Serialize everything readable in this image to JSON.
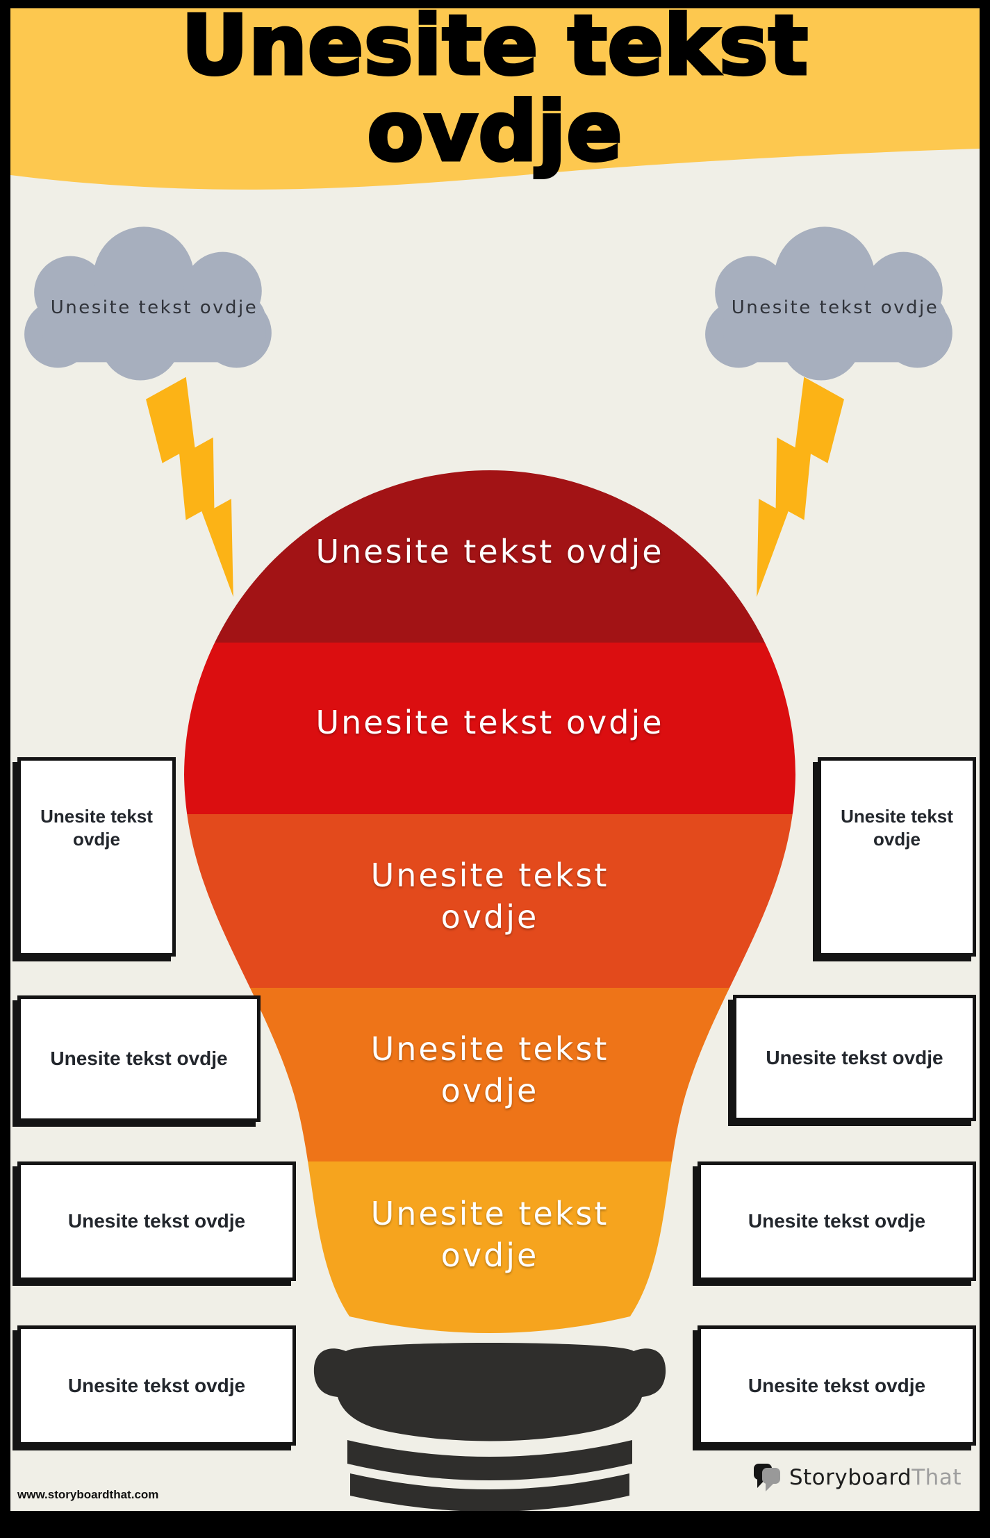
{
  "banner": {
    "title": "Unesite tekst ovdje",
    "color": "#FDC84F"
  },
  "clouds": {
    "color": "#A7AFBE",
    "bolt_color": "#FCB316",
    "left_label": "Unesite tekst ovdje",
    "right_label": "Unesite tekst ovdje"
  },
  "bulb": {
    "base_color": "#2F2E2C",
    "segments": [
      {
        "label": "Unesite tekst ovdje",
        "color": "#A21315"
      },
      {
        "label": "Unesite tekst ovdje",
        "color": "#DB0E10"
      },
      {
        "label": "Unesite tekst ovdje",
        "color": "#E34A1C"
      },
      {
        "label": "Unesite tekst ovdje",
        "color": "#EE7418"
      },
      {
        "label": "Unesite tekst ovdje",
        "color": "#F6A41E"
      }
    ]
  },
  "boxes": {
    "left": [
      "Unesite tekst ovdje",
      "Unesite tekst ovdje",
      "Unesite tekst ovdje",
      "Unesite tekst ovdje"
    ],
    "right": [
      "Unesite tekst ovdje",
      "Unesite tekst ovdje",
      "Unesite tekst ovdje",
      "Unesite tekst ovdje"
    ]
  },
  "footer": {
    "website": "www.storyboardthat.com",
    "logo_primary": "Storyboard",
    "logo_secondary": "That"
  }
}
